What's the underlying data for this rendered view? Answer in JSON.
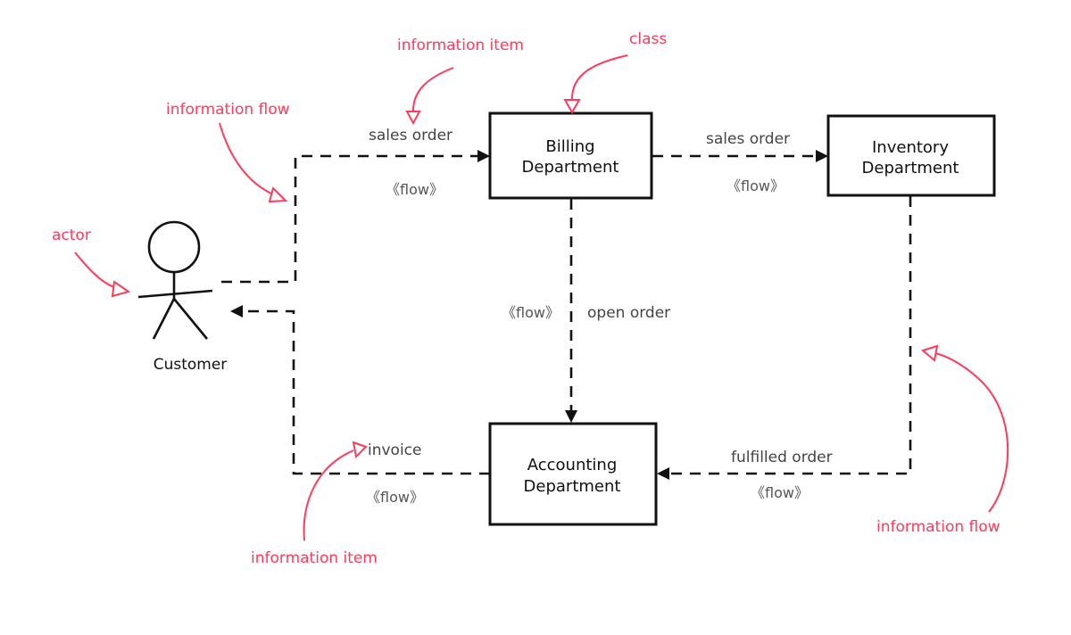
{
  "colors": {
    "annotation": "#ff3b5c",
    "line": "#111111",
    "label": "#444444"
  },
  "actor": {
    "name": "Customer"
  },
  "classes": {
    "billing": {
      "line1": "Billing",
      "line2": "Department"
    },
    "inventory": {
      "line1": "Inventory",
      "line2": "Department"
    },
    "accounting": {
      "line1": "Accounting",
      "line2": "Department"
    }
  },
  "flows": {
    "customer_to_billing": {
      "item": "sales order",
      "stereotype": "《flow》"
    },
    "billing_to_inventory": {
      "item": "sales order",
      "stereotype": "《flow》"
    },
    "billing_to_accounting": {
      "item": "open order",
      "stereotype": "《flow》"
    },
    "inventory_to_accounting": {
      "item": "fulfilled order",
      "stereotype": "《flow》"
    },
    "accounting_to_customer": {
      "item": "invoice",
      "stereotype": "《flow》"
    }
  },
  "annotations": {
    "information_item_top": "information item",
    "class": "class",
    "information_flow_left": "information flow",
    "actor": "actor",
    "information_flow_right": "information flow",
    "information_item_bottom": "information item"
  }
}
